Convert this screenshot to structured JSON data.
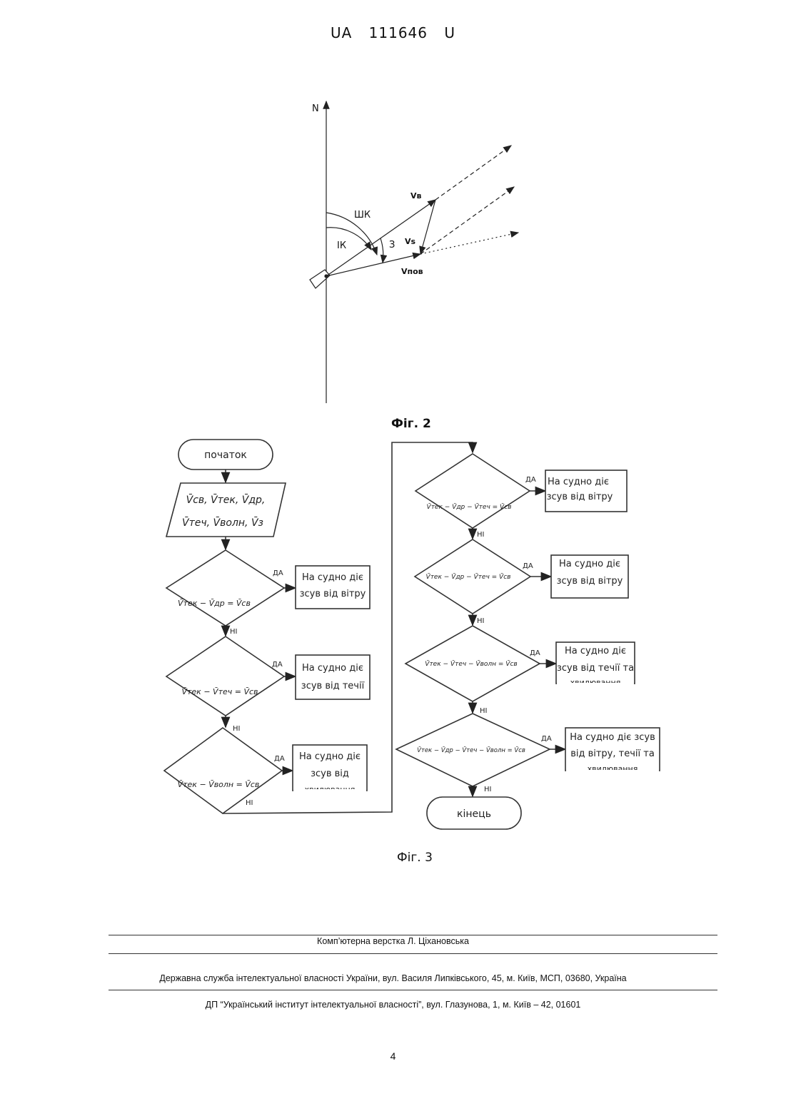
{
  "header": {
    "country": "UA",
    "number": "111646",
    "kind": "U"
  },
  "fig2": {
    "caption": "Фіг. 2",
    "labels": {
      "north": "N",
      "shk": "ШК",
      "ik": "ІК",
      "z": "З",
      "vv": "Vв",
      "vs": "Vs",
      "vpov": "Vпов"
    }
  },
  "fig3": {
    "caption": "Фіг. 3",
    "start": "початок",
    "end": "кінець",
    "input": {
      "line1": "V̄св, V̄тек, V̄др,",
      "line2": "V̄теч, V̄волн, V̄з"
    },
    "yes": "ДА",
    "no": "НІ",
    "left": [
      {
        "cond": "V̄тек − V̄др = V̄св",
        "result1": "На судно діє",
        "result2": "зсув від вітру",
        "result3": ""
      },
      {
        "cond": "V̄тек − V̄теч = V̄св",
        "result1": "На судно діє",
        "result2": "зсув від течії",
        "result3": ""
      },
      {
        "cond": "V̄тек − V̄волн = V̄св",
        "result1": "На судно діє",
        "result2": "зсув від",
        "result3": "хвилювання"
      }
    ],
    "right": [
      {
        "cond": "V̄тек − V̄др − V̄теч = V̄св",
        "result1": "На судно діє",
        "result2": "зсув від вітру",
        "result3": ""
      },
      {
        "cond": "V̄тек − V̄др − V̄теч = V̄св",
        "result1": "На судно діє",
        "result2": "зсув від вітру",
        "result3": ""
      },
      {
        "cond": "V̄тек − V̄теч − V̄волн = V̄св",
        "result1": "На судно діє",
        "result2": "зсув від течії та",
        "result3": "хвилювання"
      },
      {
        "cond": "V̄тек − V̄др − V̄теч − V̄волн = V̄св",
        "result1": "На судно діє зсув",
        "result2": "від вітру, течії та",
        "result3": "хвилювання"
      }
    ]
  },
  "footer": {
    "layout": "Комп’ютерна верстка Л. Ціхановська",
    "service": "Державна служба інтелектуальної власності України, вул. Василя Липківського, 45, м. Київ, МСП, 03680, Україна",
    "institute": "ДП “Український інститут інтелектуальної власності”, вул. Глазунова, 1, м. Київ – 42, 01601"
  },
  "page_number": "4"
}
